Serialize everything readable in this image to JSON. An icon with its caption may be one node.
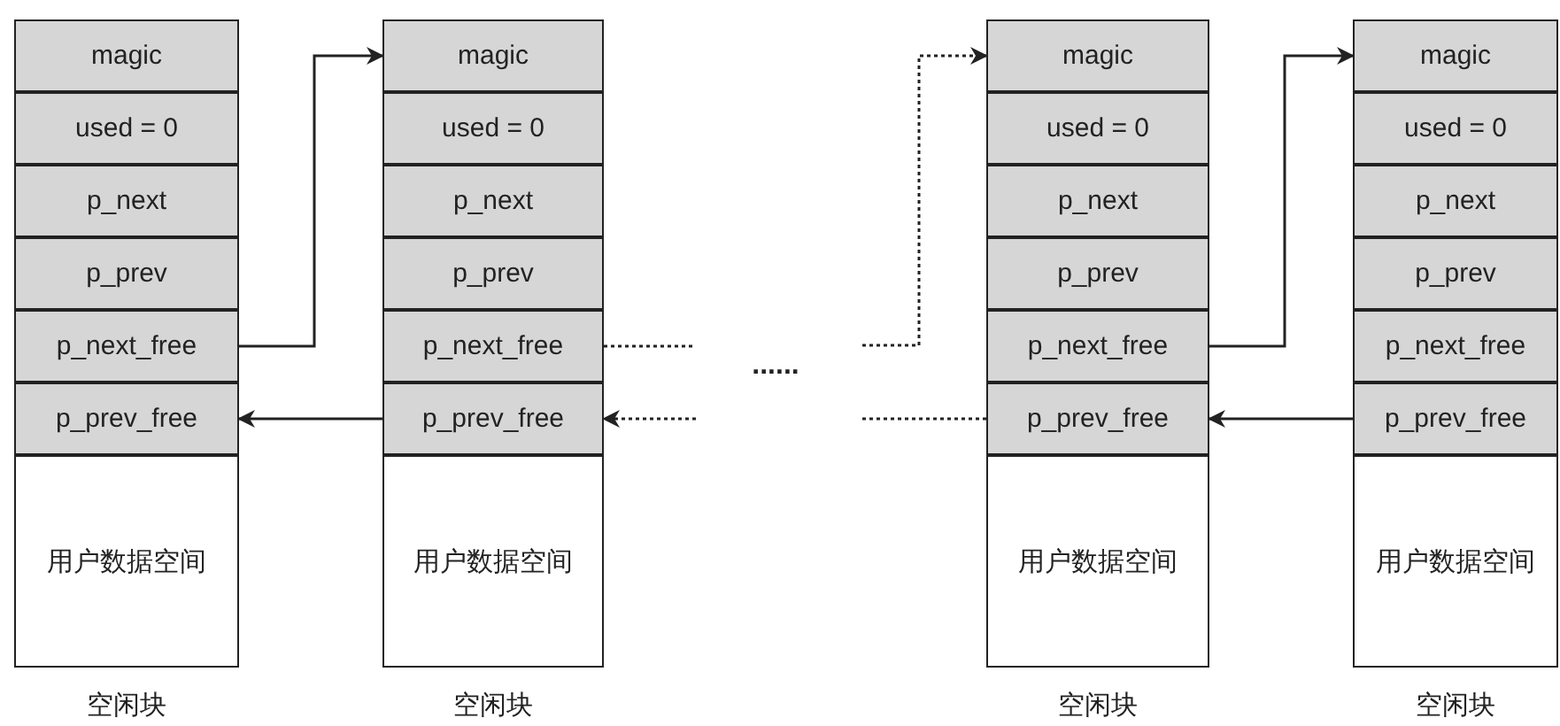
{
  "diagram": {
    "nodes": [
      {
        "text": [
          "magic"
        ]
      },
      {
        "text": [
          "used = 0"
        ]
      },
      {
        "text": [
          "p_next"
        ]
      },
      {
        "text": [
          "p_prev"
        ]
      },
      {
        "text": [
          "p_next_free"
        ]
      },
      {
        "text": [
          "p_prev_free"
        ]
      },
      {
        "text": [
          "用户数据空间"
        ],
        "beside": [
          "空闲块"
        ]
      },
      {
        "text": [
          "magic"
        ]
      },
      {
        "text": [
          "used = 0"
        ]
      },
      {
        "text": [
          "p_next"
        ]
      },
      {
        "text": [
          "p_prev"
        ]
      },
      {
        "text": [
          "p_next_free"
        ]
      },
      {
        "text": [
          "p_prev_free"
        ]
      },
      {
        "text": [
          "用户数据空间"
        ],
        "beside": [
          "空闲块"
        ]
      },
      {
        "text": [
          "magic"
        ]
      },
      {
        "text": [
          "used = 0"
        ]
      },
      {
        "text": [
          "p_next"
        ]
      },
      {
        "text": [
          "p_prev"
        ]
      },
      {
        "text": [
          "p_next_free"
        ]
      },
      {
        "text": [
          "p_prev_free"
        ]
      },
      {
        "text": [
          "用户数据空间"
        ],
        "beside": [
          "空闲块"
        ]
      },
      {
        "text": [
          "magic"
        ]
      },
      {
        "text": [
          "used = 0"
        ]
      },
      {
        "text": [
          "p_next"
        ]
      },
      {
        "text": [
          "p_prev"
        ]
      },
      {
        "text": [
          "p_next_free"
        ]
      },
      {
        "text": [
          "p_prev_free"
        ]
      },
      {
        "text": [
          "用户数据空间"
        ],
        "beside": [
          "空闲块"
        ]
      }
    ],
    "edges": [
      {
        "from": 4,
        "to": 7,
        "arrow": "to"
      },
      {
        "from": 12,
        "to": 5,
        "arrow": "to"
      },
      {
        "from": 11,
        "to": null,
        "arrow": "none",
        "style": "dashed"
      },
      {
        "from": null,
        "to": 12,
        "arrow": "to",
        "style": "dashed"
      },
      {
        "from": null,
        "to": 14,
        "arrow": "to",
        "style": "dashed"
      },
      {
        "from": 19,
        "to": null,
        "arrow": "none",
        "style": "dashed"
      },
      {
        "from": 18,
        "to": 21,
        "arrow": "to"
      },
      {
        "from": 26,
        "to": 19,
        "arrow": "to"
      }
    ],
    "labels": [
      "......"
    ]
  }
}
